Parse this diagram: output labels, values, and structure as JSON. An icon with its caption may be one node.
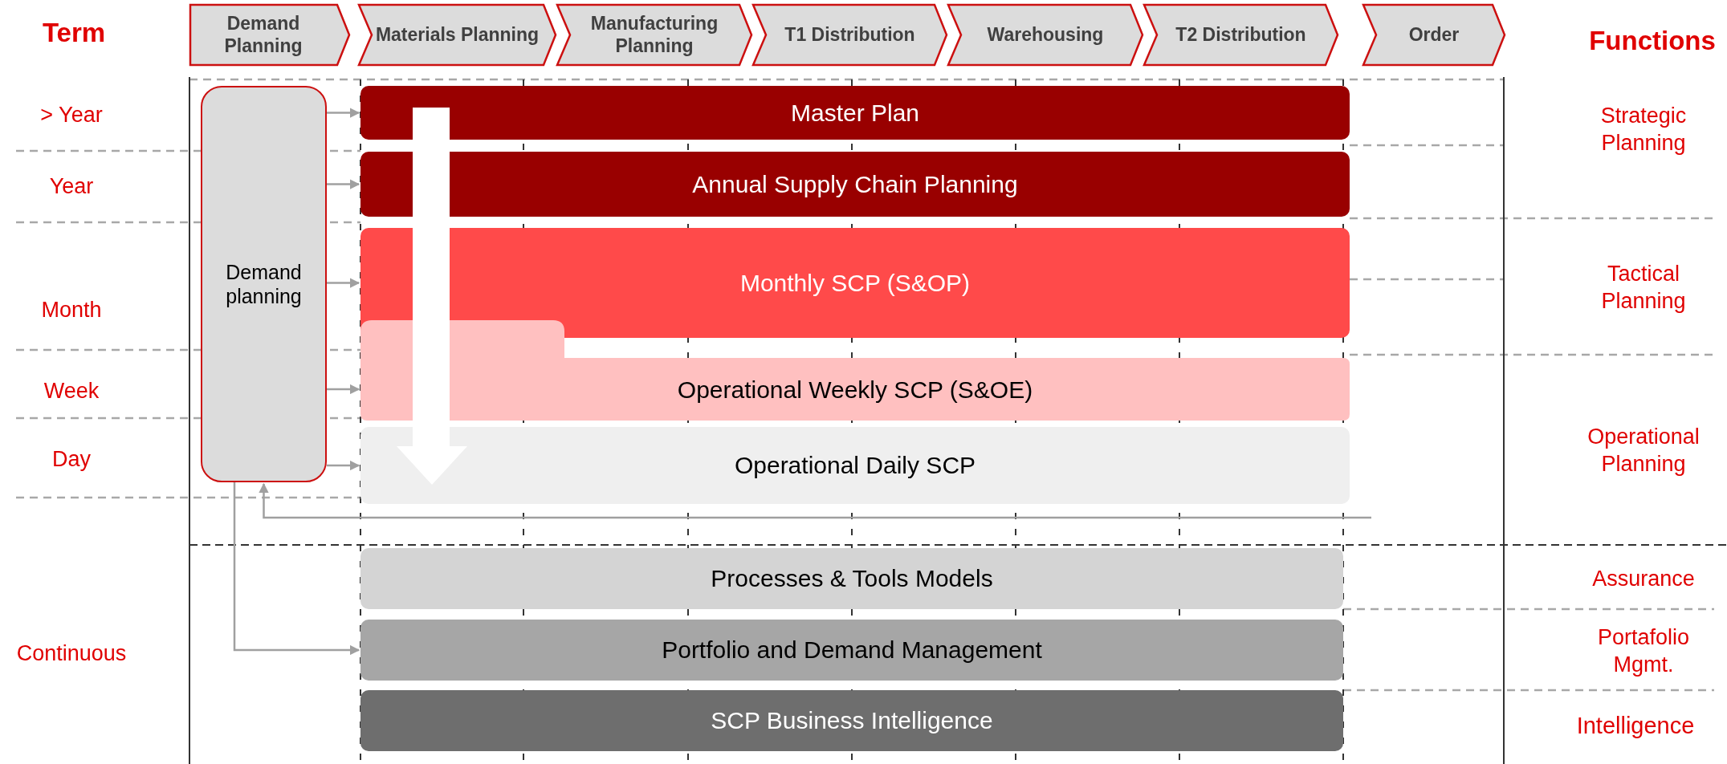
{
  "diagram": {
    "nodes": [
      {
        "text": [
          "Demand Planning"
        ]
      },
      {
        "text": [
          "Materials Planning"
        ]
      },
      {
        "text": [
          "Manufacturing Planning"
        ]
      },
      {
        "text": [
          "T1 Distribution"
        ]
      },
      {
        "text": [
          "Warehousing"
        ]
      },
      {
        "text": [
          "T2 Distribution"
        ]
      },
      {
        "text": [
          "Order"
        ]
      },
      {
        "text": [
          "Demand planning"
        ]
      },
      {
        "text": [
          "Master Plan"
        ]
      },
      {
        "text": [
          "Annual Supply Chain Planning"
        ]
      },
      {
        "text": [
          "Monthly SCP (S&OP)"
        ]
      },
      {
        "text": [
          "Operational Weekly SCP (S&OE)"
        ]
      },
      {
        "text": [
          "Operational Daily SCP"
        ]
      },
      {
        "text": [
          "Processes & Tools Models"
        ]
      },
      {
        "text": [
          "Portfolio and Demand Management"
        ]
      },
      {
        "text": [
          "SCP Business Intelligence"
        ]
      }
    ],
    "edges": [
      {
        "from": 7,
        "to": 8,
        "arrow": "to"
      },
      {
        "from": 7,
        "to": 9,
        "arrow": "to"
      },
      {
        "from": 7,
        "to": 10,
        "arrow": "to"
      },
      {
        "from": 7,
        "to": 11,
        "arrow": "to"
      },
      {
        "from": 7,
        "to": 12,
        "arrow": "to"
      },
      {
        "from": null,
        "to": 7,
        "arrow": "to"
      },
      {
        "from": 7,
        "to": 14,
        "arrow": "to"
      }
    ],
    "labels": [
      "Term",
      "Functions",
      "> Year",
      "Strategic Planning",
      "Year",
      "Month",
      "Tactical Planning",
      "Week",
      "Day",
      "Operational Planning",
      "Assurance",
      "Continuous",
      "Portafolio Mgmt.",
      "Intelligence"
    ]
  }
}
